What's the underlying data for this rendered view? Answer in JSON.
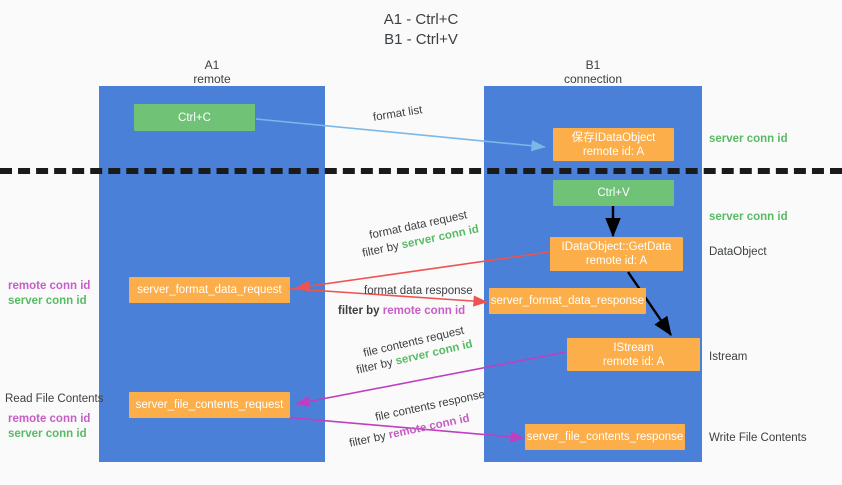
{
  "title": {
    "line1": "A1 - Ctrl+C",
    "line2": "B1 - Ctrl+V"
  },
  "lanes": [
    {
      "name": "A1",
      "sub": "remote",
      "color": "#4a80d8"
    },
    {
      "name": "B1",
      "sub": "connection",
      "color": "#4a80d8"
    }
  ],
  "colors": {
    "lane": "#4a80d8",
    "orange": "#fbae49",
    "green_box": "#6fc276",
    "server_conn_id": "#57bb63",
    "remote_conn_id": "#c65ec6",
    "arrow_blue": "#7ab8e8",
    "arrow_red": "#ef5350",
    "arrow_magenta": "#c03fc0",
    "arrow_black": "#000000",
    "background": "#fafafa",
    "text": "#3c4043"
  },
  "boxes": {
    "ctrl_c": {
      "label": "Ctrl+C",
      "sub": ""
    },
    "save_idataobject": {
      "label": "保存IDataObject",
      "sub": "remote id: A"
    },
    "ctrl_v": {
      "label": "Ctrl+V",
      "sub": ""
    },
    "getdata": {
      "label": "IDataObject::GetData",
      "sub": "remote id: A"
    },
    "istream": {
      "label": "IStream",
      "sub": "remote id: A"
    },
    "server_format_data_request": {
      "label": "server_format_data_request",
      "sub": ""
    },
    "server_format_data_response": {
      "label": "server_format_data_response",
      "sub": ""
    },
    "server_file_contents_request": {
      "label": "server_file_contents_request",
      "sub": ""
    },
    "server_file_contents_response": {
      "label": "server_file_contents_response",
      "sub": ""
    }
  },
  "arrow_labels": {
    "format_list": "format list",
    "format_data_request": "format data request",
    "format_data_request_filter_prefix": "filter by ",
    "format_data_request_filter_value": "server conn id",
    "format_data_response": "format data response",
    "format_data_response_filter_prefix": "filter by ",
    "format_data_response_filter_value": "remote conn id",
    "file_contents_request": "file contents request",
    "file_contents_request_filter_prefix": "filter by ",
    "file_contents_request_filter_value": "server conn id",
    "file_contents_response": "file contents response",
    "file_contents_response_filter_prefix": "filter by ",
    "file_contents_response_filter_value": "remote conn id"
  },
  "right_labels": {
    "server_conn_id_top": "server conn id",
    "server_conn_id_mid": "server conn id",
    "dataobject": "DataObject",
    "istream": "Istream",
    "write_file_contents": "Write File Contents"
  },
  "left_labels": {
    "remote_conn_id_1": "remote conn id",
    "server_conn_id_1": "server conn id",
    "read_file_contents": "Read File Contents",
    "remote_conn_id_2": "remote conn id",
    "server_conn_id_2": "server conn id"
  }
}
